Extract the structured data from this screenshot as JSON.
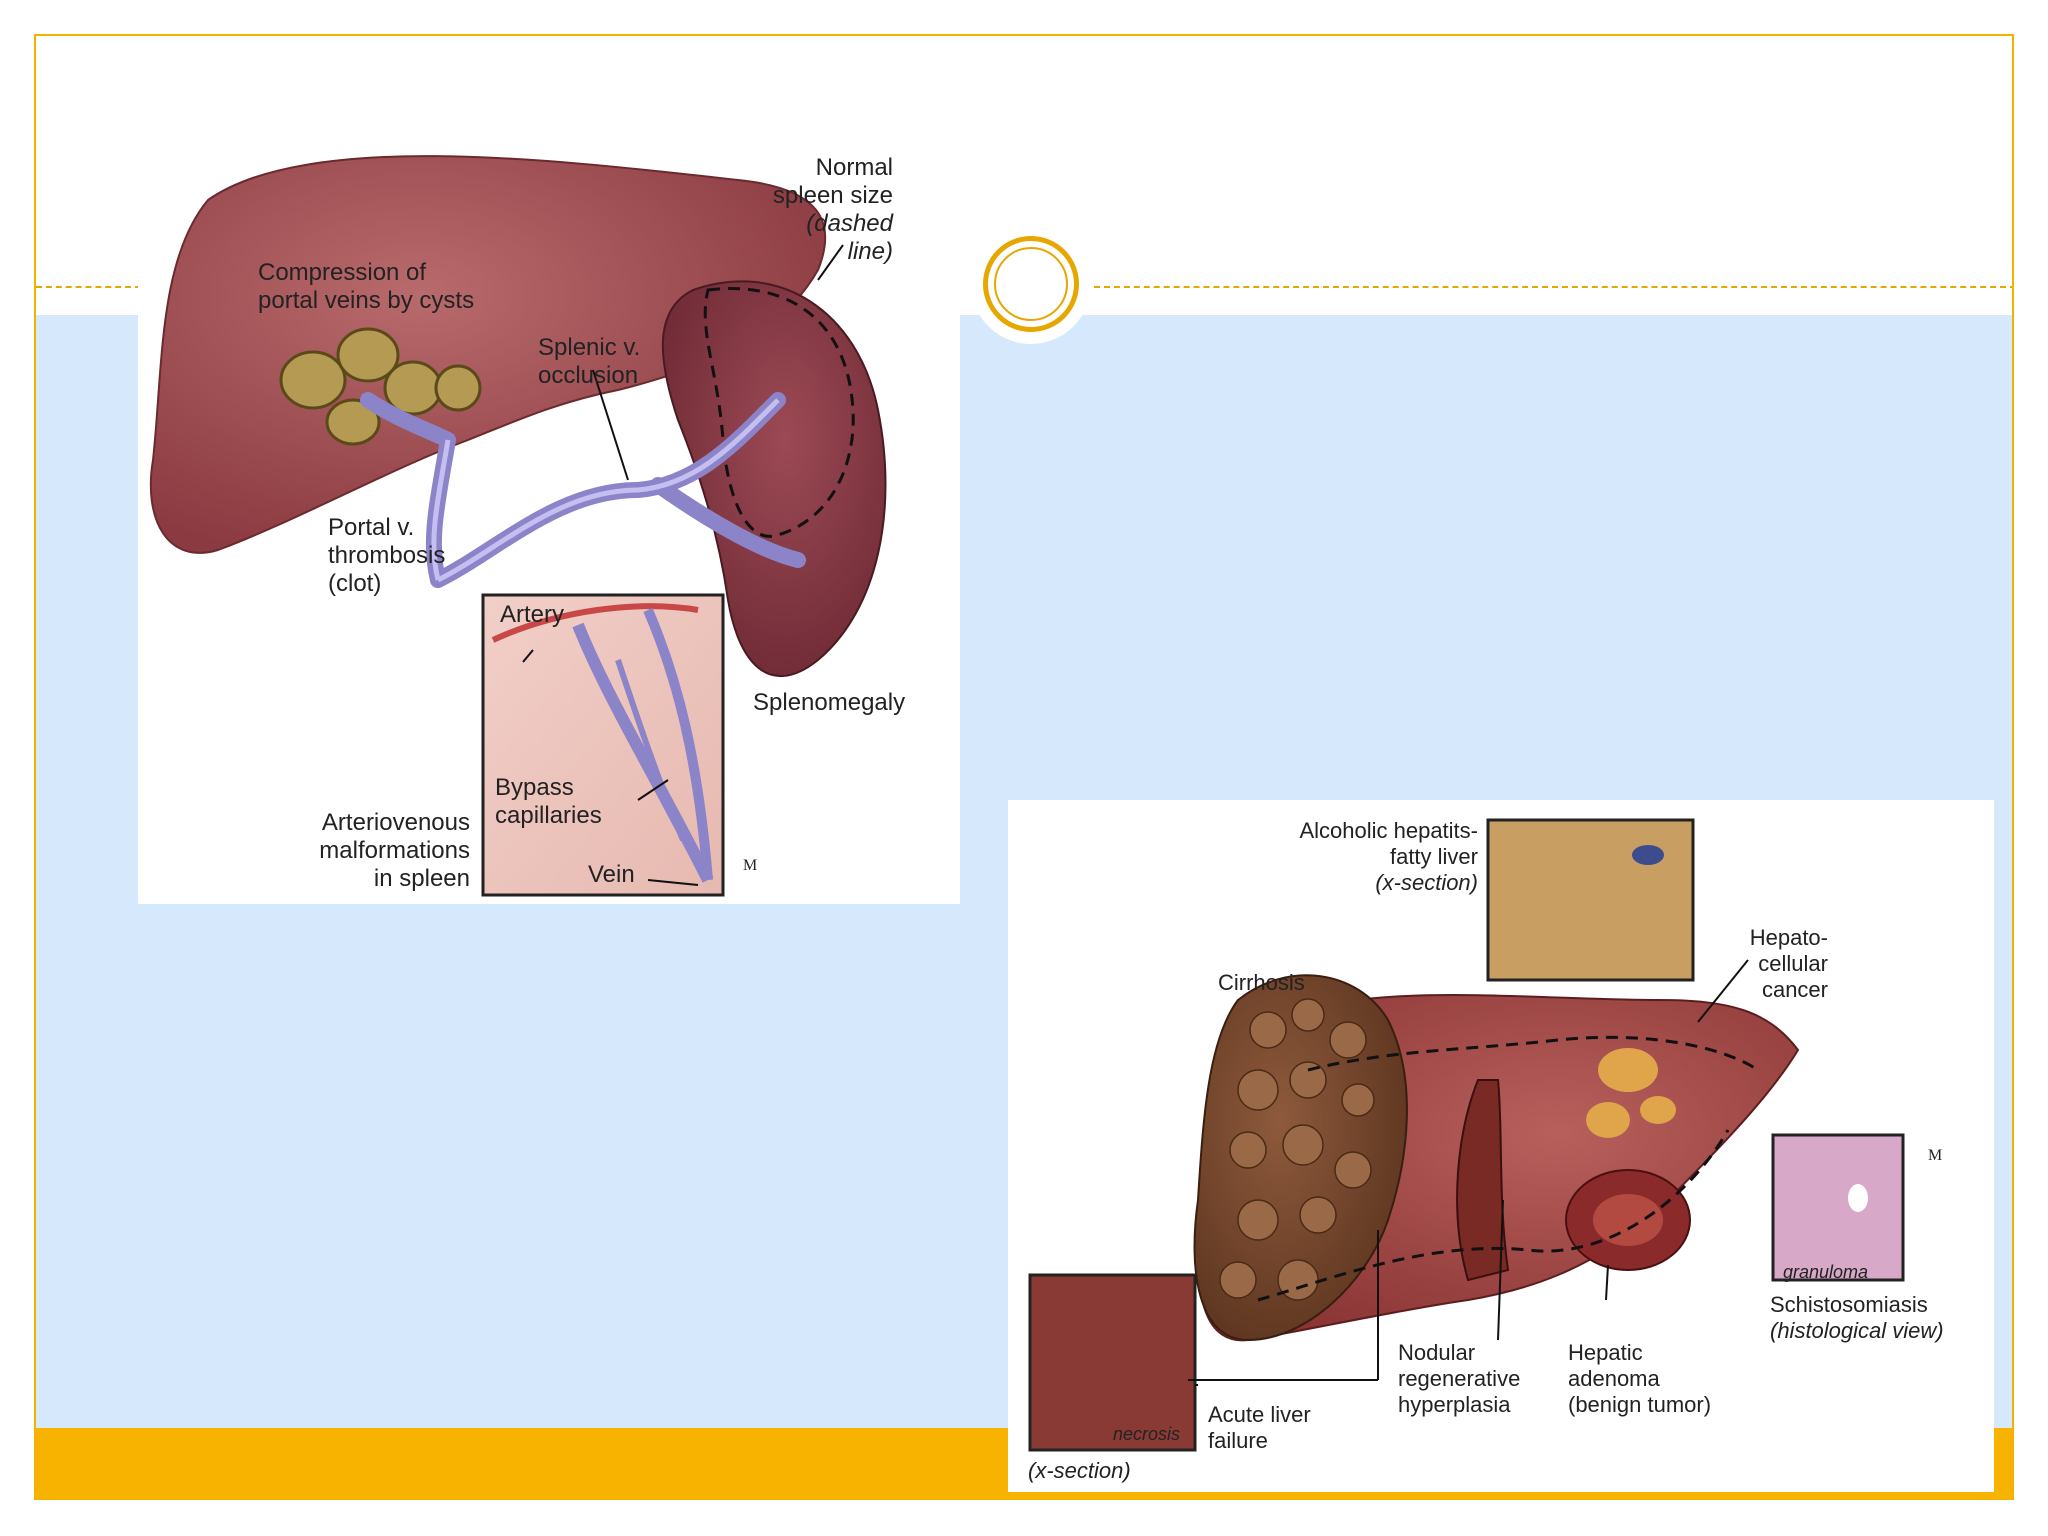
{
  "figure1": {
    "labels": {
      "normal_spleen_1": "Normal",
      "normal_spleen_2": "spleen size",
      "normal_spleen_3": "(dashed",
      "normal_spleen_4": "line)",
      "compression_1": "Compression of",
      "compression_2": "portal veins by cysts",
      "splenic_1": "Splenic v.",
      "splenic_2": "occlusion",
      "portal_1": "Portal v.",
      "portal_2": "thrombosis",
      "portal_3": "(clot)",
      "artery": "Artery",
      "splenomegaly": "Splenomegaly",
      "bypass_1": "Bypass",
      "bypass_2": "capillaries",
      "av_1": "Arteriovenous",
      "av_2": "malformations",
      "av_3": "in spleen",
      "vein": "Vein"
    }
  },
  "figure2": {
    "labels": {
      "alcoholic_1": "Alcoholic hepatits-",
      "alcoholic_2": "fatty liver",
      "alcoholic_3": "(x-section)",
      "hepato_1": "Hepato-",
      "hepato_2": "cellular",
      "hepato_3": "cancer",
      "cirrhosis": "Cirrhosis",
      "granuloma": "granuloma",
      "schisto_1": "Schistosomiasis",
      "schisto_2": "(histological view)",
      "nodular_1": "Nodular",
      "nodular_2": "regenerative",
      "nodular_3": "hyperplasia",
      "adenoma_1": "Hepatic",
      "adenoma_2": "adenoma",
      "adenoma_3": "(benign tumor)",
      "necrosis": "necrosis",
      "acute_1": "Acute liver",
      "acute_2": "failure",
      "xsection": "(x-section)"
    }
  }
}
